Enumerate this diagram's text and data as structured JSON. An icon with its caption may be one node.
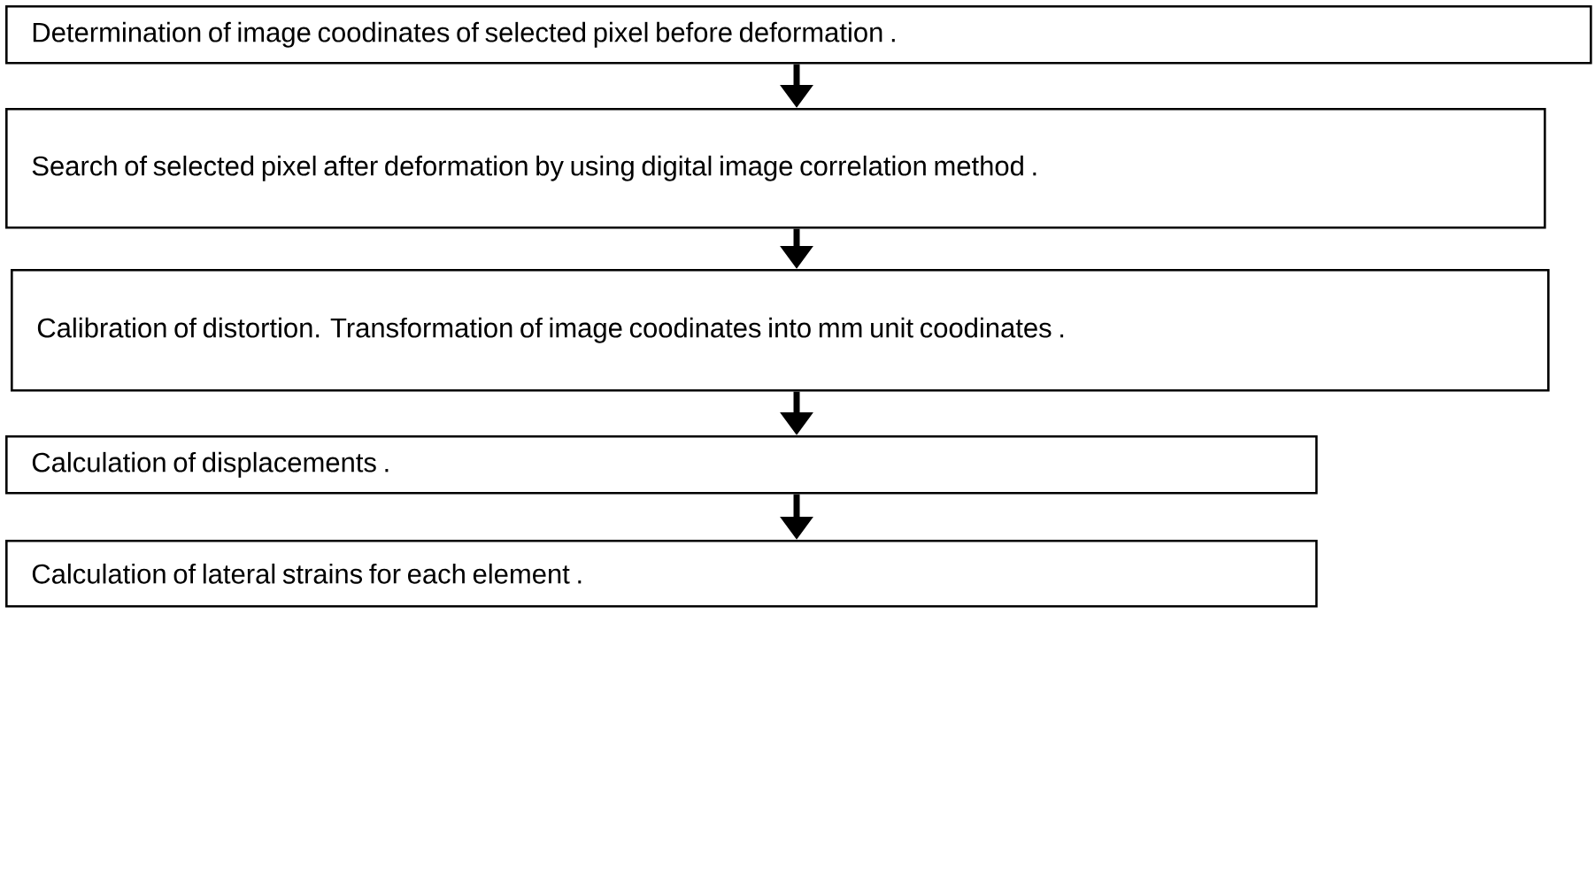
{
  "diagram": {
    "nodes": [
      {
        "text": [
          "Determination of image coodinates of selected pixel before deformation ."
        ]
      },
      {
        "text": [
          "Search of selected pixel after deformation by using digital image correlation method ."
        ]
      },
      {
        "text": [
          "Calibration of distortion. Transformation of image coodinates into mm unit coodinates ."
        ]
      },
      {
        "text": [
          "Calculation of displacements ."
        ]
      },
      {
        "text": [
          "Calculation of lateral strains for each element ."
        ]
      }
    ],
    "edges": [
      {
        "from": 0,
        "to": 1,
        "arrow": "to"
      },
      {
        "from": 1,
        "to": 2,
        "arrow": "to"
      },
      {
        "from": 2,
        "to": 3,
        "arrow": "to"
      },
      {
        "from": 3,
        "to": 4,
        "arrow": "to"
      }
    ]
  }
}
